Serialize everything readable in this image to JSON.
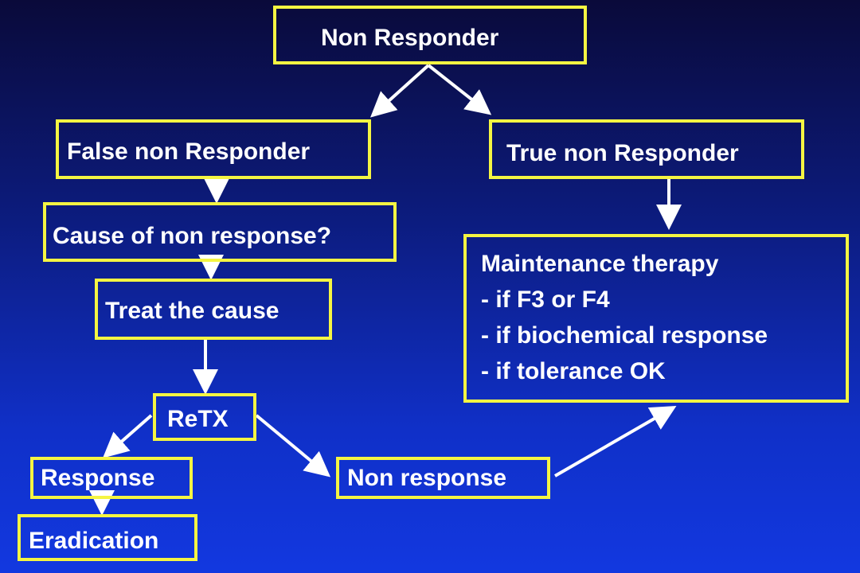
{
  "nodes": {
    "non_responder": "Non Responder",
    "false_non_responder": "False non Responder",
    "true_non_responder": "True non Responder",
    "cause": "Cause of non response?",
    "treat": "Treat the cause",
    "maintenance": {
      "title": "Maintenance therapy",
      "conditions": [
        "- if F3 or F4",
        "- if biochemical response",
        "- if tolerance OK"
      ]
    },
    "retx": "ReTX",
    "response": "Response",
    "non_response": "Non response",
    "eradication": "Eradication"
  },
  "colors": {
    "border": "#f5f542",
    "arrow": "#ffffff",
    "text": "#ffffff"
  }
}
